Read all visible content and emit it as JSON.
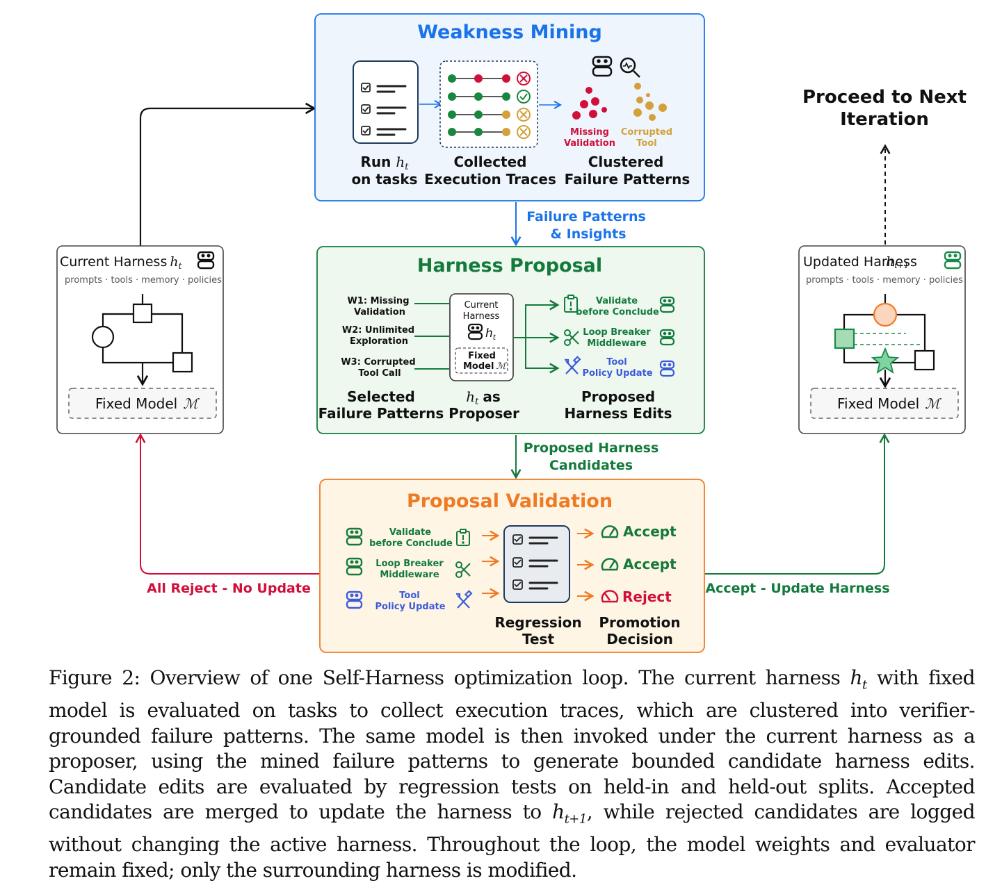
{
  "weakness": {
    "title": "Weakness Mining",
    "run_a": "Run ",
    "run_b": "on tasks",
    "traces_a": "Collected",
    "traces_b": "Execution Traces",
    "clusters_a": "Clustered",
    "clusters_b": "Failure Patterns",
    "missing_a": "Missing",
    "missing_b": "Validation",
    "corrupted_a": "Corrupted",
    "corrupted_b": "Tool"
  },
  "flow": {
    "insights_a": "Failure Patterns",
    "insights_b": "& Insights",
    "candidates_a": "Proposed Harness",
    "candidates_b": "Candidates",
    "reject_label": "All Reject - No Update",
    "accept_label": "Accept - Update Harness",
    "next_a": "Proceed to Next",
    "next_b": "Iteration"
  },
  "current": {
    "title": "Current Harness",
    "subtitle": "prompts · tools · memory · policies",
    "model": "Fixed Model"
  },
  "updated": {
    "title": "Updated Harness",
    "subtitle": "prompts · tools · memory · policies",
    "model": "Fixed Model"
  },
  "proposal": {
    "title": "Harness Proposal",
    "w1_a": "W1: Missing",
    "w1_b": "Validation",
    "w2_a": "W2: Unlimited",
    "w2_b": "Exploration",
    "w3_a": "W3: Corrupted",
    "w3_b": "Tool Call",
    "center_a": "Current",
    "center_b": "Harness",
    "fixed_a": "Fixed",
    "fixed_b": "Model",
    "e1_a": "Validate",
    "e1_b": "before Conclude",
    "e2_a": "Loop Breaker",
    "e2_b": "Middleware",
    "e3_a": "Tool",
    "e3_b": "Policy Update",
    "sel_a": "Selected",
    "sel_b": "Failure Patterns",
    "prop_b": "Proposer",
    "as_word": "as",
    "edits_a": "Proposed",
    "edits_b": "Harness Edits"
  },
  "validation": {
    "title": "Proposal Validation",
    "c1_a": "Validate",
    "c1_b": "before Conclude",
    "c2_a": "Loop Breaker",
    "c2_b": "Middleware",
    "c3_a": "Tool",
    "c3_b": "Policy Update",
    "accept": "Accept",
    "reject": "Reject",
    "reg_a": "Regression",
    "reg_b": "Test",
    "promo_a": "Promotion",
    "promo_b": "Decision"
  },
  "caption": {
    "prefix": "Figure 2: Overview of one Self-Harness optimization loop. The current harness",
    "seg1": "with fixed model is evaluated on tasks to collect execution traces, which are clustered into verifier-grounded failure patterns. The same model is then invoked under the current harness as a proposer, using the mined failure patterns to generate bounded candidate harness edits. Candidate edits are evaluated by regression tests on held-in and held-out splits. Accepted candidates are merged to update the harness to",
    "seg2": ", while rejected candidates are logged without changing the active harness. Throughout the loop, the model weights and evaluator remain fixed; only the surrounding harness is modified."
  },
  "colors": {
    "blue": "#1a73e8",
    "green": "#137a3c",
    "orange": "#f07a24",
    "red": "#d0103a",
    "gold": "#d4a03a",
    "indigo": "#3b5bdb"
  }
}
